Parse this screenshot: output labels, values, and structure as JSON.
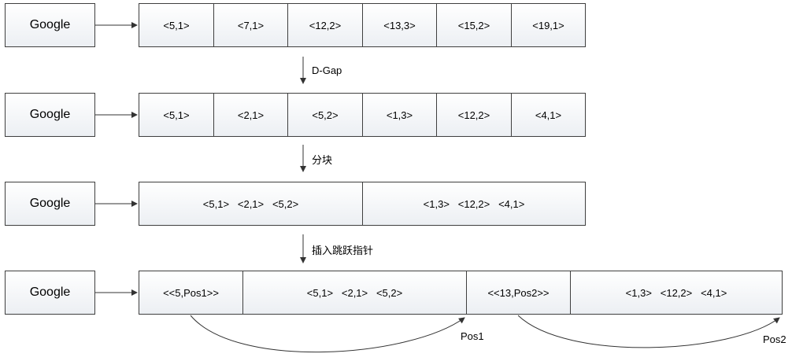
{
  "term": "Google",
  "rows": [
    {
      "cells": [
        "<5,1>",
        "<7,1>",
        "<12,2>",
        "<13,3>",
        "<15,2>",
        "<19,1>"
      ]
    },
    {
      "cells": [
        "<5,1>",
        "<2,1>",
        "<5,2>",
        "<1,3>",
        "<12,2>",
        "<4,1>"
      ]
    },
    {
      "cells": [
        "<5,1>   <2,1>   <5,2>",
        "<1,3>   <12,2>   <4,1>"
      ]
    },
    {
      "cells": [
        "<<5,Pos1>>",
        "<5,1>   <2,1>   <5,2>",
        "<<13,Pos2>>",
        "<1,3>   <12,2>   <4,1>"
      ]
    }
  ],
  "steps": [
    "D-Gap",
    "分块",
    "插入跳跃指针"
  ],
  "pointers": [
    "Pos1",
    "Pos2"
  ]
}
